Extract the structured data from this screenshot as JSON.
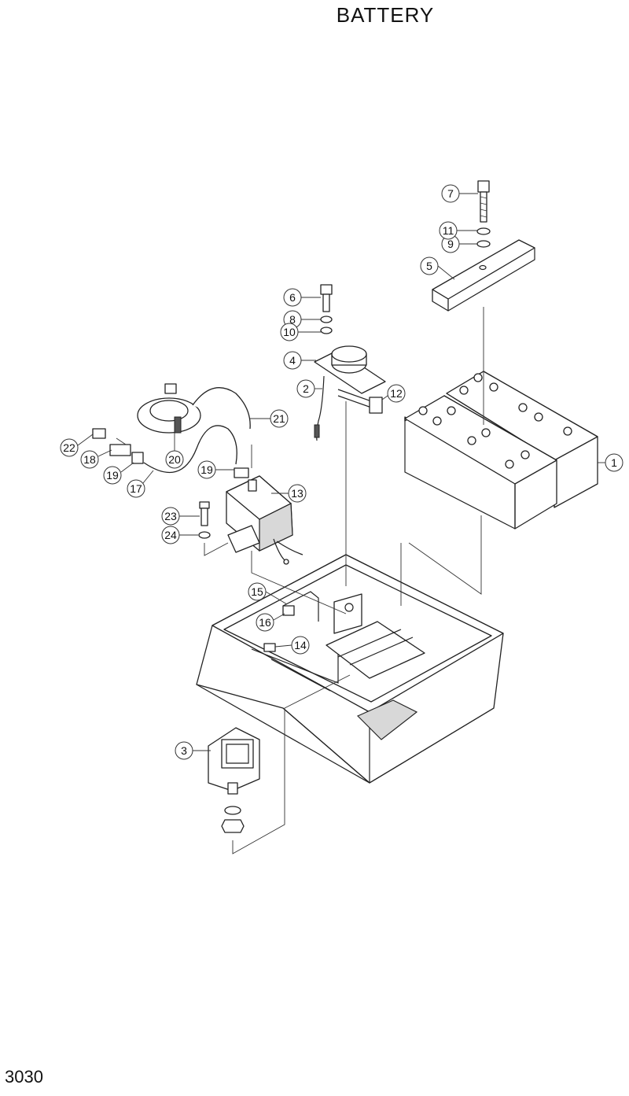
{
  "title": "BATTERY",
  "page_number": "3030",
  "callouts": [
    "1",
    "2",
    "3",
    "4",
    "5",
    "6",
    "7",
    "8",
    "9",
    "10",
    "11",
    "12",
    "13",
    "14",
    "15",
    "16",
    "17",
    "18",
    "19",
    "19",
    "20",
    "21",
    "22",
    "23",
    "24"
  ]
}
